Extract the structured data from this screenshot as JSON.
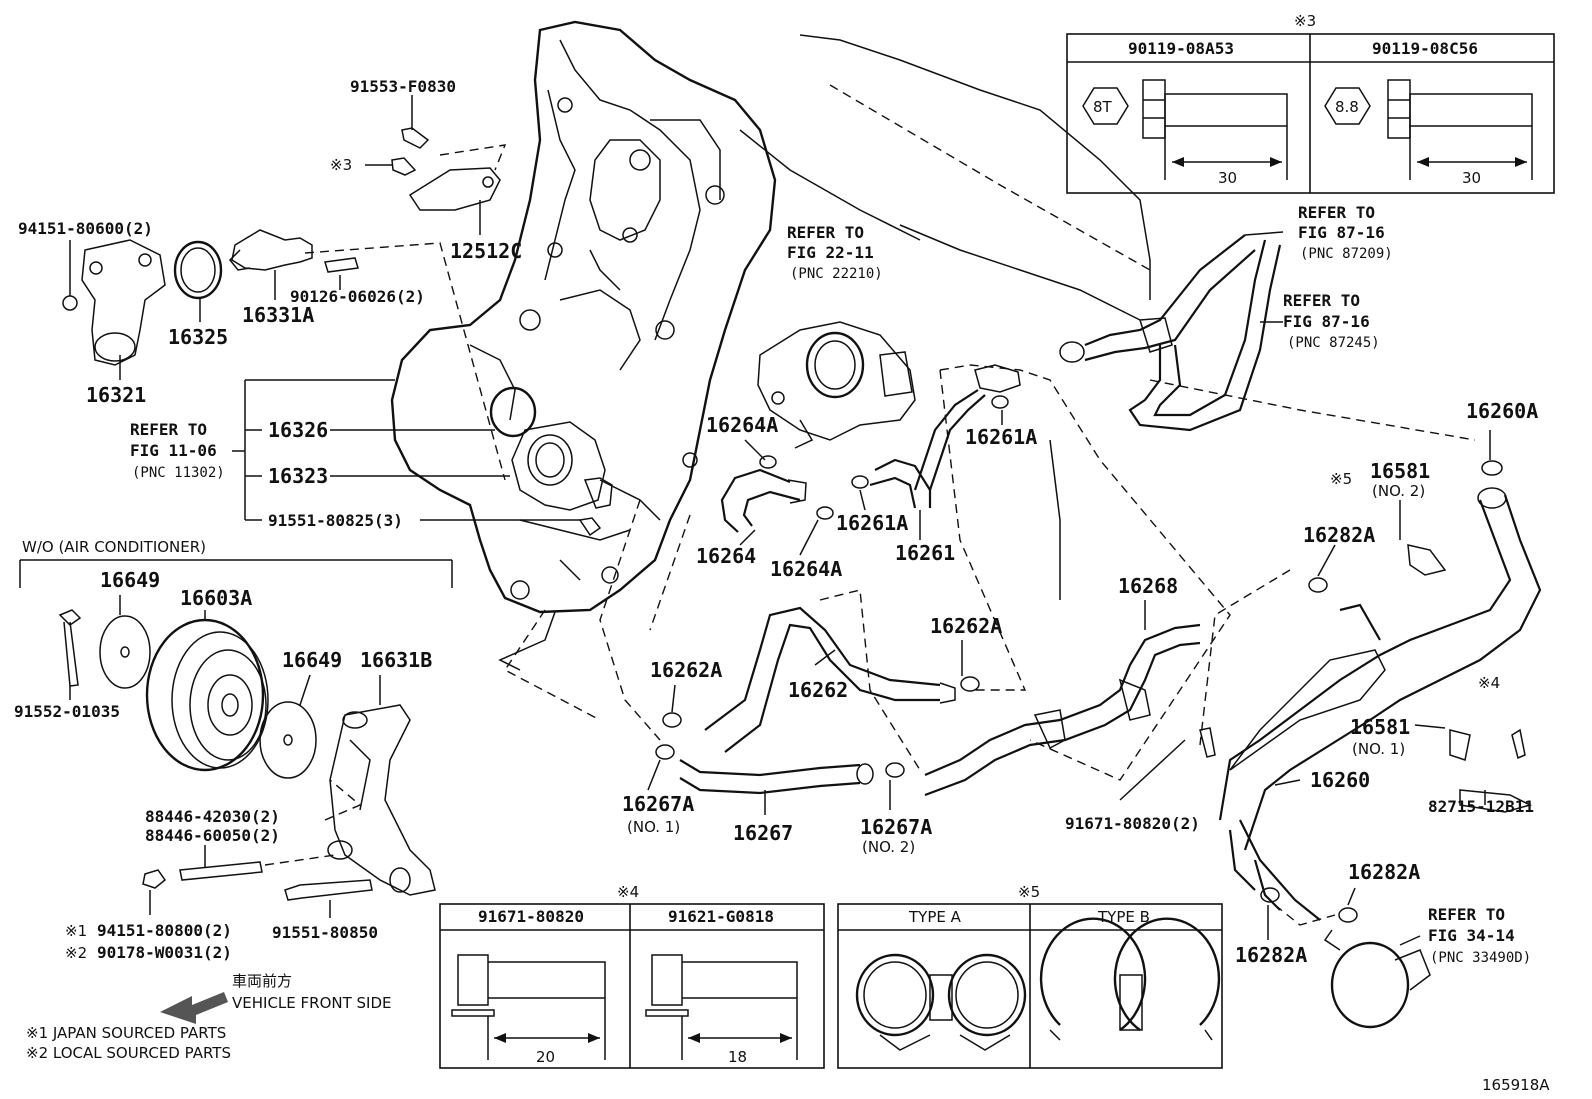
{
  "drawing_id": "165918A",
  "parts": {
    "p91553": "91553-F0830",
    "p12512c": "12512C",
    "p90126": "90126-06026(2)",
    "p94151a": "94151-80600(2)",
    "p16325": "16325",
    "p16331a": "16331A",
    "p16321": "16321",
    "p16326": "16326",
    "p16323": "16323",
    "p91551a": "91551-80825(3)",
    "p16649a": "16649",
    "p16603a": "16603A",
    "p16649b": "16649",
    "p16631b": "16631B",
    "p91552": "91552-01035",
    "p88446a": "88446-42030(2)",
    "p88446b": "88446-60050(2)",
    "p94151b": "94151-80800(2)",
    "p90178": "90178-W0031(2)",
    "p91551b": "91551-80850",
    "p16264a_1": "16264A",
    "p16264": "16264",
    "p16264a_2": "16264A",
    "p16261a_1": "16261A",
    "p16261a_2": "16261A",
    "p16261": "16261",
    "p16268": "16268",
    "p16262a_1": "16262A",
    "p16262a_2": "16262A",
    "p16262": "16262",
    "p16267a_1": "16267A",
    "p16267": "16267",
    "p16267a_2": "16267A",
    "p91671": "91671-80820(2)",
    "p16260a": "16260A",
    "p16581_2": "16581",
    "p16282a_1": "16282A",
    "p16581_1": "16581",
    "p16260": "16260",
    "p82715": "82715-12B11",
    "p16282a_2": "16282A",
    "p16282a_3": "16282A"
  },
  "sub": {
    "no1": "(NO. 1)",
    "no2": "(NO. 2)",
    "no2b": "(NO. 2)",
    "no1b": "(NO. 1)"
  },
  "refs": {
    "r22_1": "REFER TO",
    "r22_2": "FIG 22-11",
    "r22_3": "(PNC 22210)",
    "r11_1": "REFER TO",
    "r11_2": "FIG 11-06",
    "r11_3": "(PNC 11302)",
    "r87a_1": "REFER TO",
    "r87a_2": "FIG 87-16",
    "r87a_3": "(PNC 87209)",
    "r87b_1": "REFER TO",
    "r87b_2": "FIG 87-16",
    "r87b_3": "(PNC 87245)",
    "r34_1": "REFER TO",
    "r34_2": "FIG 34-14",
    "r34_3": "(PNC 33490D)"
  },
  "marks": {
    "m3a": "※3",
    "m3b": "※3",
    "m4a": "※4",
    "m4b": "※4",
    "m5a": "※5",
    "m5b": "※5",
    "m1": "※1",
    "m2": "※2"
  },
  "group_labels": {
    "wo_ac": "W/O (AIR CONDITIONER)"
  },
  "table3": {
    "col1": "90119-08A53",
    "col2": "90119-08C56",
    "grade1": "8T",
    "grade2": "8.8",
    "len1": "30",
    "len2": "30"
  },
  "table4": {
    "col1": "91671-80820",
    "col2": "91621-G0818",
    "len1": "20",
    "len2": "18"
  },
  "table5": {
    "col1": "TYPE A",
    "col2": "TYPE B"
  },
  "direction": {
    "jp": "車両前方",
    "en": "VEHICLE FRONT SIDE"
  },
  "legend": {
    "l1": "※1 JAPAN SOURCED PARTS",
    "l2": "※2 LOCAL SOURCED PARTS"
  }
}
